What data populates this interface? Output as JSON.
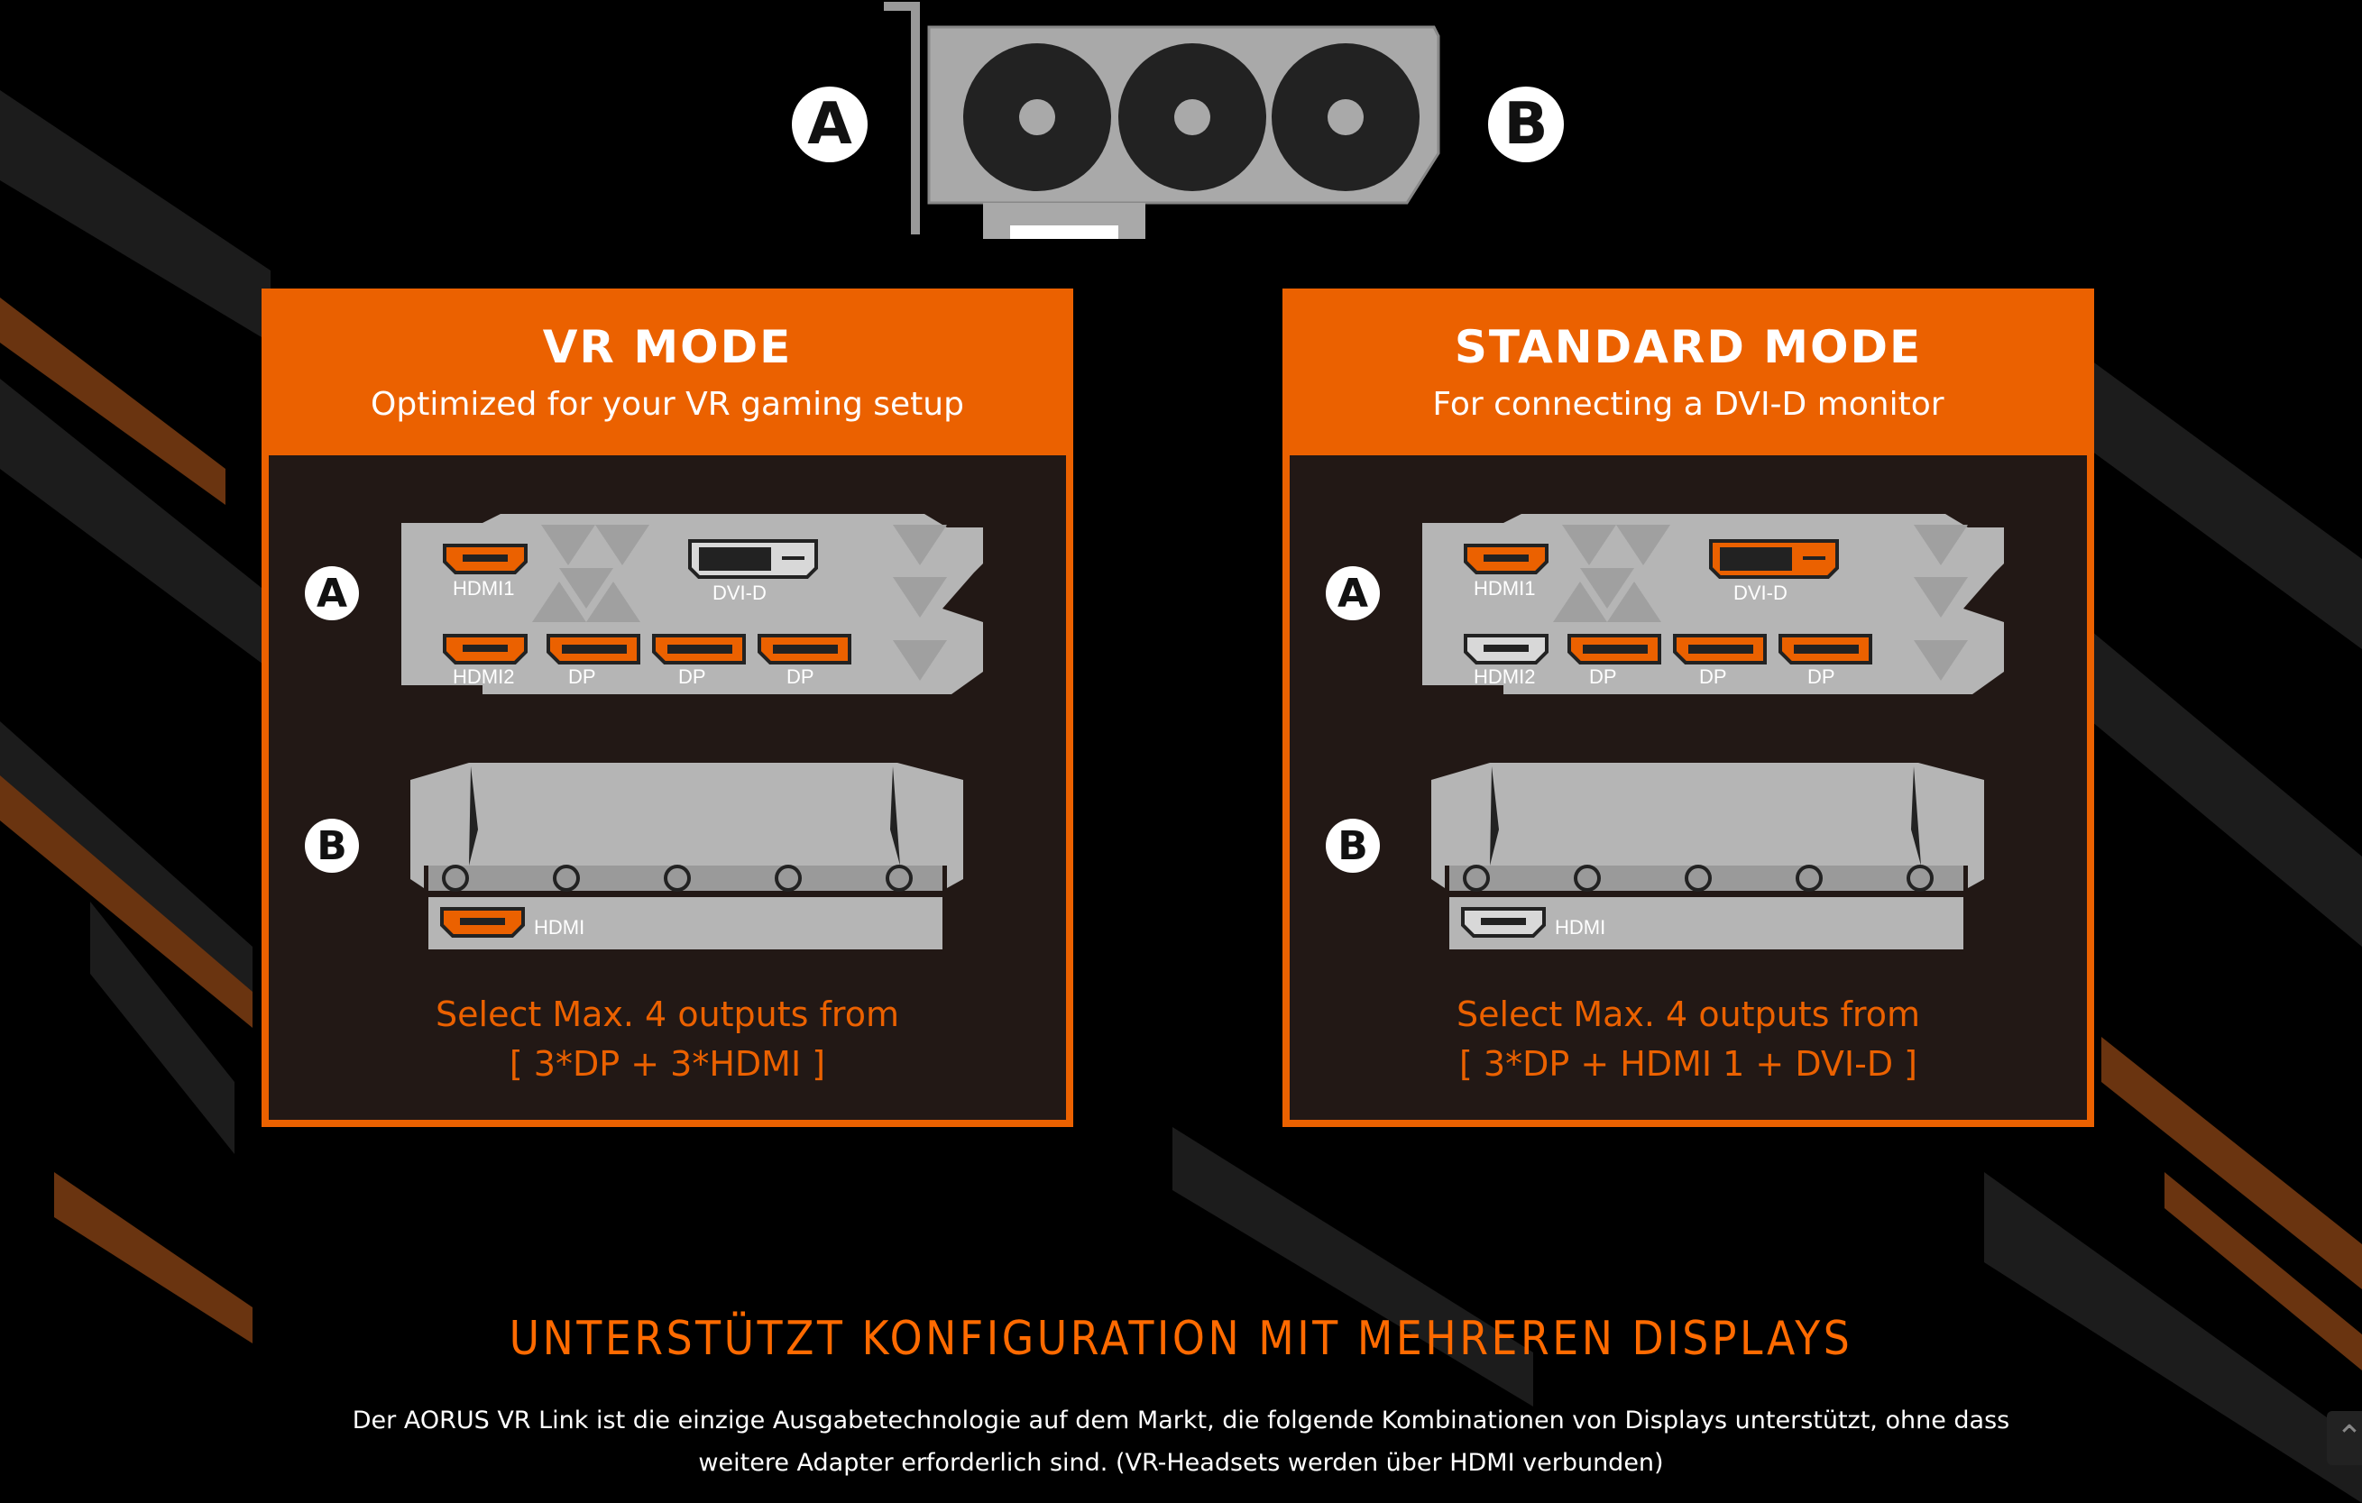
{
  "gpu": {
    "label_a": "A",
    "label_b": "B"
  },
  "cards": [
    {
      "title": "VR MODE",
      "subtitle": "Optimized for your VR gaming setup",
      "label_a": "A",
      "label_b": "B",
      "ports": {
        "hdmi1": "HDMI1",
        "dvi": "DVI-D",
        "hdmi2": "HDMI2",
        "dp1": "DP",
        "dp2": "DP",
        "dp3": "DP",
        "hdmi_b": "HDMI"
      },
      "active": {
        "hdmi1": true,
        "dvi": false,
        "hdmi2": true,
        "dp": true,
        "hdmi_b": true
      },
      "select_line1": "Select Max. 4 outputs from",
      "select_line2": "[ 3*DP + 3*HDMI ]"
    },
    {
      "title": "STANDARD MODE",
      "subtitle": "For connecting a DVI-D monitor",
      "label_a": "A",
      "label_b": "B",
      "ports": {
        "hdmi1": "HDMI1",
        "dvi": "DVI-D",
        "hdmi2": "HDMI2",
        "dp1": "DP",
        "dp2": "DP",
        "dp3": "DP",
        "hdmi_b": "HDMI"
      },
      "active": {
        "hdmi1": true,
        "dvi": true,
        "hdmi2": false,
        "dp": true,
        "hdmi_b": false
      },
      "select_line1": "Select Max. 4 outputs from",
      "select_line2": "[ 3*DP + HDMI 1 + DVI-D ]"
    }
  ],
  "section": {
    "heading": "UNTERSTÜTZT KONFIGURATION MIT MEHREREN DISPLAYS",
    "line1": "Der AORUS VR Link ist die einzige Ausgabetechnologie auf dem Markt, die folgende Kombinationen von Displays unterstützt, ohne dass",
    "line2": "weitere Adapter erforderlich sind. (VR-Headsets werden über HDMI verbunden)"
  },
  "colors": {
    "accent": "#eb6100",
    "heading": "#ff6a00",
    "panel": "#221815",
    "port_gray": "#b5b5b5"
  },
  "scroll_top_icon": "chevron-up-icon"
}
